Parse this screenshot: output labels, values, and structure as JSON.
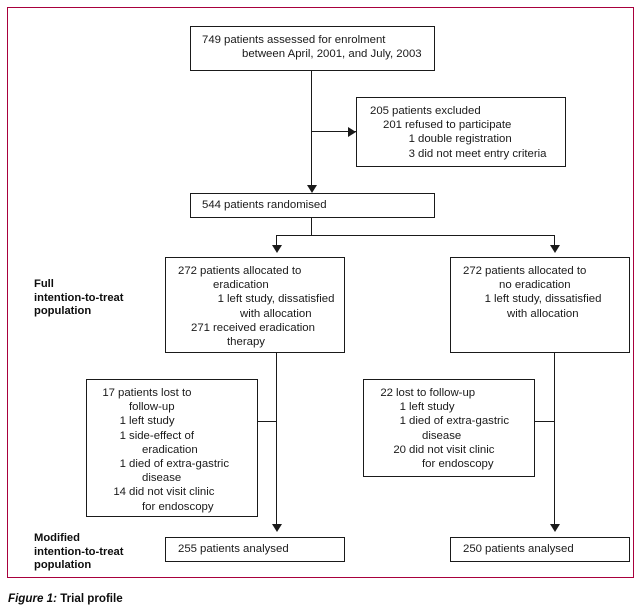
{
  "figure": {
    "number_label": "Figure 1:",
    "title": "Trial profile"
  },
  "colors": {
    "frame_border": "#a8003c",
    "box_border": "#1a1a1a",
    "text": "#1a1a1a",
    "background": "#ffffff"
  },
  "side_labels": {
    "full_itt": "Full\nintention-to-treat\npopulation",
    "full_itt_lines": [
      "Full",
      "intention-to-treat",
      "population"
    ],
    "modified_itt_lines": [
      "Modified",
      "intention-to-treat",
      "population"
    ]
  },
  "boxes": {
    "assessed": {
      "lines": [
        {
          "num": "749",
          "txt": "patients assessed for enrolment"
        },
        {
          "num": "",
          "txt": "between April, 2001, and July, 2003",
          "indent": 1
        }
      ]
    },
    "excluded": {
      "lines": [
        {
          "num": "205",
          "txt": "patients excluded"
        },
        {
          "num": "201",
          "txt": "refused to participate",
          "indent": 1
        },
        {
          "num": "1",
          "txt": "double registration",
          "indent": 2
        },
        {
          "num": "3",
          "txt": "did not meet entry criteria",
          "indent": 2
        }
      ]
    },
    "randomised": {
      "lines": [
        {
          "num": "544",
          "txt": "patients randomised"
        }
      ]
    },
    "allocated_eradication": {
      "lines": [
        {
          "num": "272",
          "txt": "patients allocated to"
        },
        {
          "num": "",
          "txt": "eradication",
          "indent": 1
        },
        {
          "num": "1",
          "txt": "left study, dissatisfied",
          "indent": 2
        },
        {
          "num": "",
          "txt": "with allocation",
          "indent": 3
        },
        {
          "num": "271",
          "txt": "received eradication",
          "indent": 1
        },
        {
          "num": "",
          "txt": "therapy",
          "indent": 2
        }
      ]
    },
    "allocated_no_eradication": {
      "lines": [
        {
          "num": "272",
          "txt": "patients allocated to"
        },
        {
          "num": "",
          "txt": "no eradication",
          "indent": 1
        },
        {
          "num": "1",
          "txt": "left study, dissatisfied",
          "indent": 1
        },
        {
          "num": "",
          "txt": "with allocation",
          "indent": 2
        }
      ]
    },
    "lost_eradication": {
      "lines": [
        {
          "num": "17",
          "txt": "patients lost to"
        },
        {
          "num": "",
          "txt": "follow-up",
          "indent": 1
        },
        {
          "num": "1",
          "txt": "left study",
          "indent": 1
        },
        {
          "num": "1",
          "txt": "side-effect of",
          "indent": 1
        },
        {
          "num": "",
          "txt": "eradication",
          "indent": 2
        },
        {
          "num": "1",
          "txt": "died of extra-gastric",
          "indent": 1
        },
        {
          "num": "",
          "txt": "disease",
          "indent": 2
        },
        {
          "num": "14",
          "txt": "did not visit clinic",
          "indent": 1
        },
        {
          "num": "",
          "txt": "for endoscopy",
          "indent": 2
        }
      ]
    },
    "lost_no_eradication": {
      "lines": [
        {
          "num": "22",
          "txt": "lost to follow-up"
        },
        {
          "num": "1",
          "txt": "left study",
          "indent": 1
        },
        {
          "num": "1",
          "txt": "died of extra-gastric",
          "indent": 1
        },
        {
          "num": "",
          "txt": "disease",
          "indent": 2
        },
        {
          "num": "20",
          "txt": "did not visit clinic",
          "indent": 1
        },
        {
          "num": "",
          "txt": "for endoscopy",
          "indent": 2
        }
      ]
    },
    "analysed_eradication": {
      "lines": [
        {
          "num": "255",
          "txt": "patients analysed"
        }
      ]
    },
    "analysed_no_eradication": {
      "lines": [
        {
          "num": "250",
          "txt": "patients analysed"
        }
      ]
    }
  }
}
